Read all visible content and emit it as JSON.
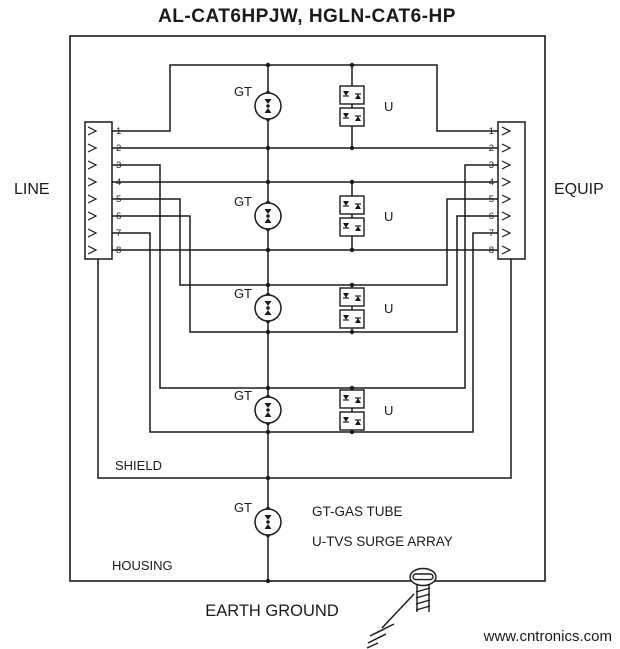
{
  "title": "AL-CAT6HPJW, HGLN-CAT6-HP",
  "labels": {
    "line": "LINE",
    "equip": "EQUIP",
    "shield": "SHIELD",
    "housing": "HOUSING",
    "earth_ground": "EARTH GROUND"
  },
  "connectors": {
    "pins": [
      "1",
      "2",
      "3",
      "4",
      "5",
      "6",
      "7",
      "8"
    ]
  },
  "components": {
    "gt_label": "GT",
    "u_label": "U"
  },
  "legend": {
    "gt": "GT-GAS TUBE",
    "u": "U-TVS SURGE ARRAY"
  },
  "watermark": {
    "text": "www.cntronics.com",
    "color": "#a8d878"
  },
  "colors": {
    "line": "#1a1a1a",
    "background": "#ffffff"
  }
}
